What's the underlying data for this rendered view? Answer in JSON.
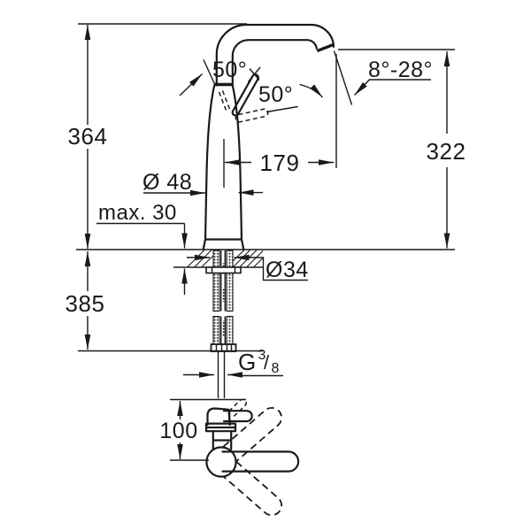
{
  "colors": {
    "line": "#1a1a1a",
    "background": "#ffffff"
  },
  "front_view": {
    "dim_total_height": "364",
    "dim_below_deck": "385",
    "dim_outlet_height": "322",
    "dim_reach": "179",
    "dim_body_diameter": "Ø 48",
    "dim_deck_thickness": "max. 30",
    "dim_hole_diameter": "Ø34",
    "angle_lever_open": "50°",
    "angle_lever_travel": "50°",
    "angle_jet_range": "8°-28°",
    "thread": {
      "g": "G",
      "numerator": "3",
      "slash": "/",
      "denominator": "8"
    }
  },
  "plan_view": {
    "dim_lever_height": "100"
  }
}
